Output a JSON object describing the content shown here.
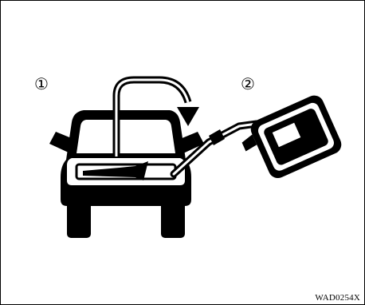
{
  "steps": [
    {
      "label": "①"
    },
    {
      "label": "②"
    }
  ],
  "figure_code": "WAD0254X",
  "colors": {
    "ink": "#000000",
    "paper": "#ffffff"
  },
  "icons": [
    "car-front-icon",
    "hose-arrow-icon",
    "fuel-can-icon"
  ]
}
